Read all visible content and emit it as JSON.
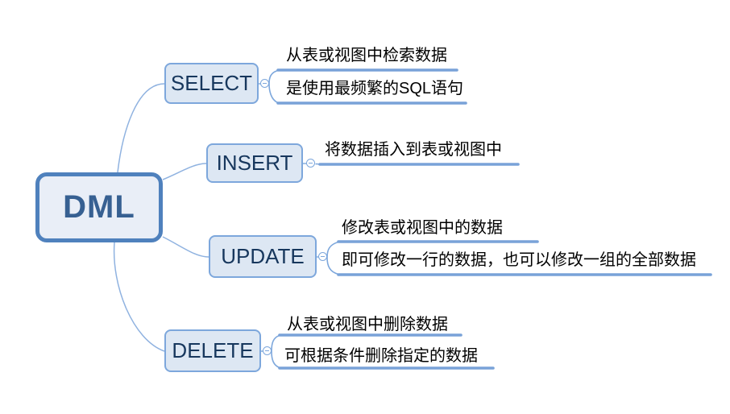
{
  "root": {
    "label": "DML"
  },
  "branches": [
    {
      "label": "SELECT",
      "children": [
        {
          "text": "从表或视图中检索数据"
        },
        {
          "text": "是使用最频繁的SQL语句"
        }
      ]
    },
    {
      "label": "INSERT",
      "children": [
        {
          "text": "将数据插入到表或视图中"
        }
      ]
    },
    {
      "label": "UPDATE",
      "children": [
        {
          "text": "修改表或视图中的数据"
        },
        {
          "text": "即可修改一行的数据，也可以修改一组的全部数据"
        }
      ]
    },
    {
      "label": "DELETE",
      "children": [
        {
          "text": "从表或视图中删除数据"
        },
        {
          "text": "可根据条件删除指定的数据"
        }
      ]
    }
  ],
  "colors": {
    "background": "#ffffff",
    "root_border": "#4f81bd",
    "root_fill": "#e9eef7",
    "root_text": "#376092",
    "branch_border": "#7da7dc",
    "branch_fill": "#dde7f3",
    "branch_text": "#17375d",
    "topic_line": "#79a2d8",
    "connector": "#8fb2e0",
    "caption_text": "#000000"
  }
}
